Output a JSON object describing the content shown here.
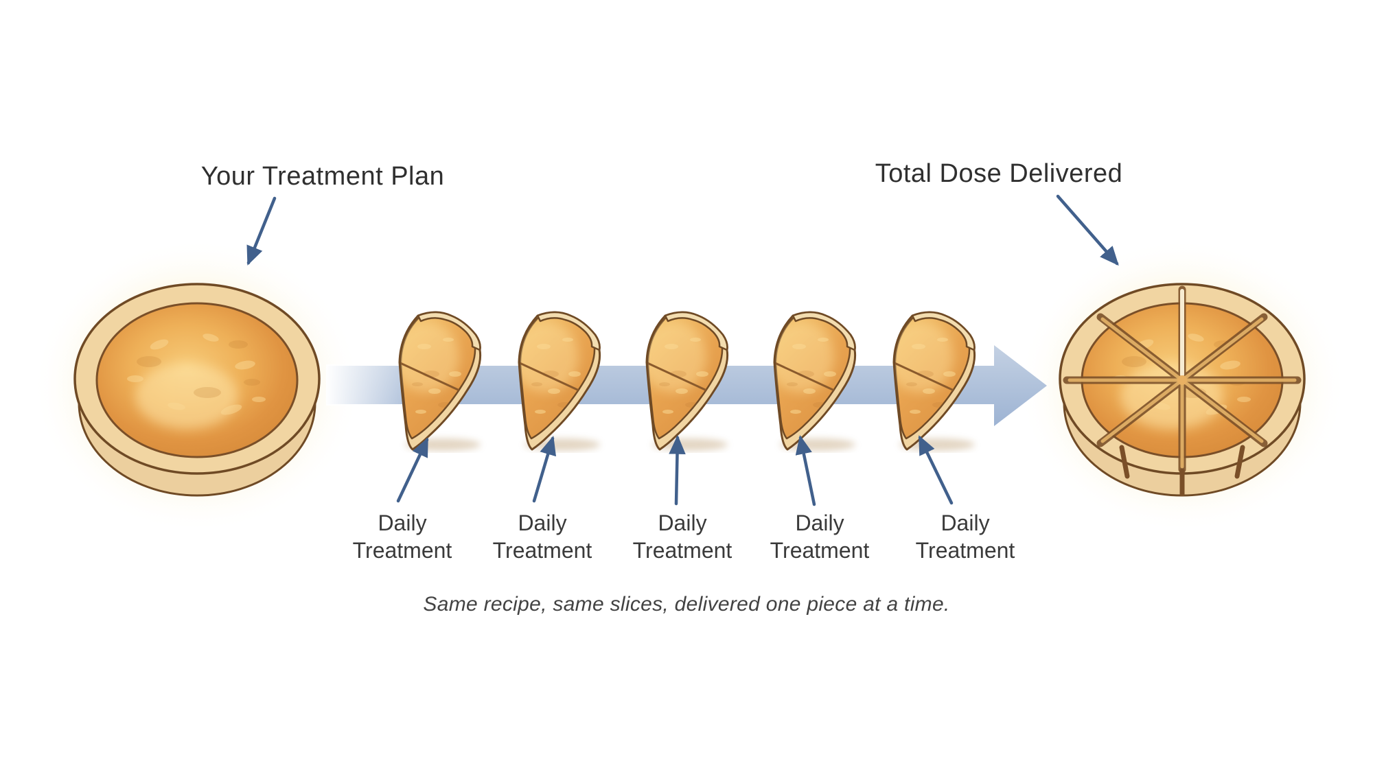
{
  "left_section": {
    "title": "Your Treatment Plan"
  },
  "right_section": {
    "title": "Total Dose Delivered"
  },
  "daily_labels": [
    {
      "line1": "Daily",
      "line2": "Treatment"
    },
    {
      "line1": "Daily",
      "line2": "Treatment"
    },
    {
      "line1": "Daily",
      "line2": "Treatment"
    },
    {
      "line1": "Daily",
      "line2": "Treatment"
    },
    {
      "line1": "Daily",
      "line2": "Treatment"
    }
  ],
  "caption": {
    "text": "Same recipe, same slices, delivered one piece at a time."
  },
  "icons": {
    "title_pointer_arrow": "diagonal-line-arrow",
    "label_pointer_arrow": "up-line-arrow",
    "flow_arrow": "thick-right-arrow-band"
  },
  "colors": {
    "background": "#ffffff",
    "title_text": "#2f2f2f",
    "label_text": "#3a3a3a",
    "caption_text": "#424242",
    "pointer_arrow": "#41608c",
    "flow_band_light": "#c4d1e3",
    "flow_band_dark": "#9db3d3",
    "pie_outline": "#6f4a25",
    "pie_crust": "#f1d5a2",
    "pie_filling_light": "#f7cb79",
    "pie_filling_dark": "#d88c3b",
    "glow": "#fbe3a8"
  }
}
